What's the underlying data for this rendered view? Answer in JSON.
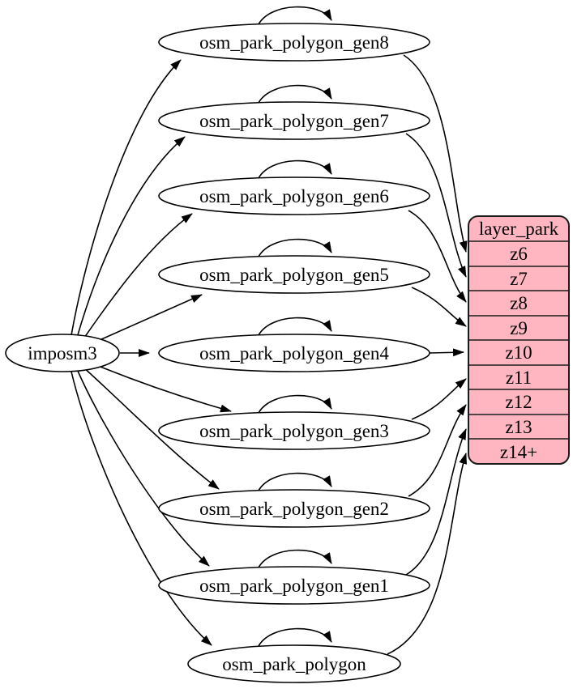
{
  "diagram": {
    "background": "#ffffff",
    "source": {
      "label": "imposm3"
    },
    "tables": [
      {
        "label": "osm_park_polygon_gen8",
        "feeds_row": "z6"
      },
      {
        "label": "osm_park_polygon_gen7",
        "feeds_row": "z7"
      },
      {
        "label": "osm_park_polygon_gen6",
        "feeds_row": "z8"
      },
      {
        "label": "osm_park_polygon_gen5",
        "feeds_row": "z9"
      },
      {
        "label": "osm_park_polygon_gen4",
        "feeds_row": "z10"
      },
      {
        "label": "osm_park_polygon_gen3",
        "feeds_row": "z11"
      },
      {
        "label": "osm_park_polygon_gen2",
        "feeds_row": "z12"
      },
      {
        "label": "osm_park_polygon_gen1",
        "feeds_row": "z13"
      },
      {
        "label": "osm_park_polygon",
        "feeds_row": "z14+"
      }
    ],
    "layer": {
      "title": "layer_park",
      "rows": [
        "z6",
        "z7",
        "z8",
        "z9",
        "z10",
        "z11",
        "z12",
        "z13",
        "z14+"
      ],
      "fill": "#ffb6c1",
      "stroke": "#000000",
      "text_color": "#000000"
    },
    "edges": [
      {
        "from": "imposm3",
        "to": "osm_park_polygon_gen8"
      },
      {
        "from": "imposm3",
        "to": "osm_park_polygon_gen7"
      },
      {
        "from": "imposm3",
        "to": "osm_park_polygon_gen6"
      },
      {
        "from": "imposm3",
        "to": "osm_park_polygon_gen5"
      },
      {
        "from": "imposm3",
        "to": "osm_park_polygon_gen4"
      },
      {
        "from": "imposm3",
        "to": "osm_park_polygon_gen3"
      },
      {
        "from": "imposm3",
        "to": "osm_park_polygon_gen2"
      },
      {
        "from": "imposm3",
        "to": "osm_park_polygon_gen1"
      },
      {
        "from": "imposm3",
        "to": "osm_park_polygon"
      },
      {
        "from": "osm_park_polygon_gen8",
        "to": "osm_park_polygon_gen8"
      },
      {
        "from": "osm_park_polygon_gen7",
        "to": "osm_park_polygon_gen7"
      },
      {
        "from": "osm_park_polygon_gen6",
        "to": "osm_park_polygon_gen6"
      },
      {
        "from": "osm_park_polygon_gen5",
        "to": "osm_park_polygon_gen5"
      },
      {
        "from": "osm_park_polygon_gen4",
        "to": "osm_park_polygon_gen4"
      },
      {
        "from": "osm_park_polygon_gen3",
        "to": "osm_park_polygon_gen3"
      },
      {
        "from": "osm_park_polygon_gen2",
        "to": "osm_park_polygon_gen2"
      },
      {
        "from": "osm_park_polygon_gen1",
        "to": "osm_park_polygon_gen1"
      },
      {
        "from": "osm_park_polygon",
        "to": "osm_park_polygon"
      },
      {
        "from": "osm_park_polygon_gen8",
        "to": "layer_park:z6"
      },
      {
        "from": "osm_park_polygon_gen7",
        "to": "layer_park:z7"
      },
      {
        "from": "osm_park_polygon_gen6",
        "to": "layer_park:z8"
      },
      {
        "from": "osm_park_polygon_gen5",
        "to": "layer_park:z9"
      },
      {
        "from": "osm_park_polygon_gen4",
        "to": "layer_park:z10"
      },
      {
        "from": "osm_park_polygon_gen3",
        "to": "layer_park:z11"
      },
      {
        "from": "osm_park_polygon_gen2",
        "to": "layer_park:z12"
      },
      {
        "from": "osm_park_polygon_gen1",
        "to": "layer_park:z13"
      },
      {
        "from": "osm_park_polygon",
        "to": "layer_park:z14+"
      }
    ]
  }
}
